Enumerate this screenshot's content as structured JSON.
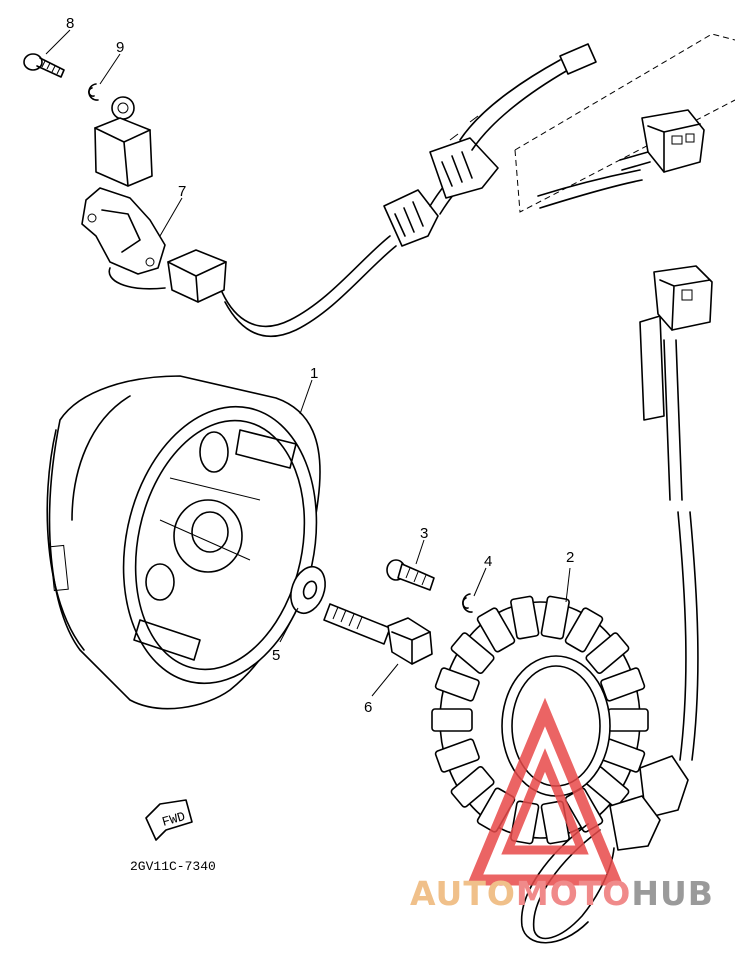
{
  "diagram": {
    "callouts": [
      "1",
      "2",
      "3",
      "4",
      "5",
      "6",
      "7",
      "8",
      "9"
    ],
    "part_code": "2GV11C-7340",
    "fwd_label": "FWD"
  },
  "watermark": {
    "auto": "AUTO",
    "moto": "MOTO",
    "hub": "HUB",
    "color_auto": "#f0c08a",
    "color_moto": "#f08a8a",
    "color_hub": "#9a9a9a",
    "triangle_color": "#e84a4a"
  }
}
